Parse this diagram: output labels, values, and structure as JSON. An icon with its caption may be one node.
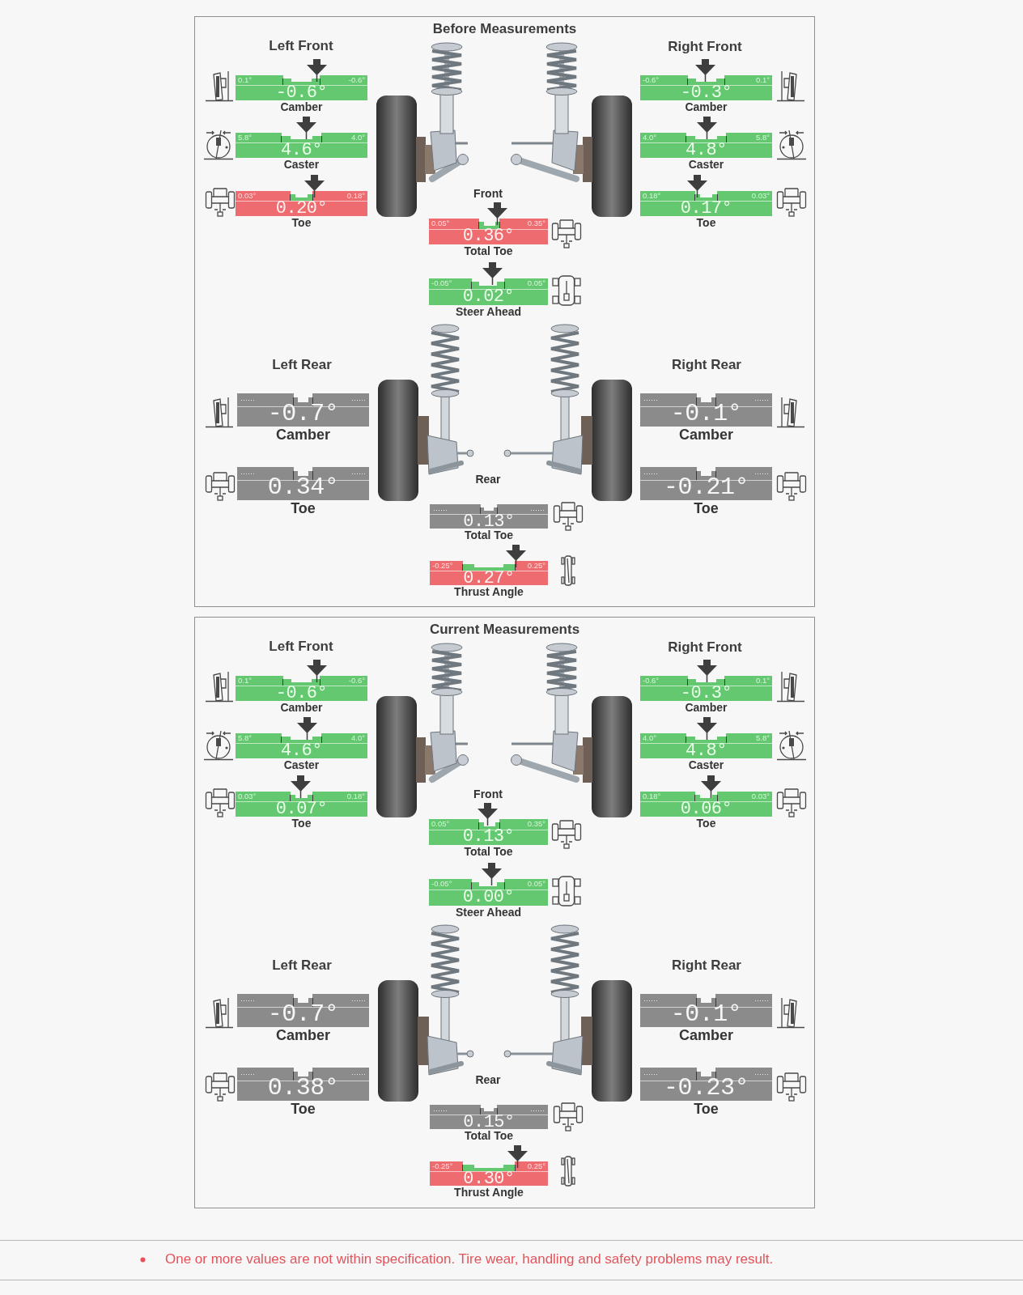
{
  "diagram": {
    "nodes": [
      {
        "text": [
          "Before Measurements"
        ]
      },
      {
        "text": [
          "0.1°",
          "-0.6°",
          "-0.6°"
        ],
        "beside": [
          "Camber"
        ],
        "in": 0
      },
      {
        "text": [
          "-0.6°",
          "0.1°",
          "-0.3°"
        ],
        "beside": [
          "Camber"
        ],
        "in": 0
      },
      {
        "text": [
          "5.8°",
          "4.0°",
          "4.6°"
        ],
        "beside": [
          "Caster"
        ],
        "in": 0
      },
      {
        "text": [
          "4.0°",
          "5.8°",
          "4.8°"
        ],
        "beside": [
          "Caster"
        ],
        "in": 0
      },
      {
        "text": [
          "0.03°",
          "0.18°",
          "0.20°"
        ],
        "beside": [
          "Toe"
        ],
        "in": 0
      },
      {
        "text": [
          "0.18°",
          "0.03°",
          "0.17°"
        ],
        "beside": [
          "Toe"
        ],
        "in": 0
      },
      {
        "text": [
          "0.05°",
          "0.35°",
          "0.36°"
        ],
        "beside": [
          "Total Toe"
        ],
        "in": 0
      },
      {
        "text": [
          "-0.05°",
          "0.05°",
          "0.02°"
        ],
        "beside": [
          "Steer Ahead"
        ],
        "in": 0
      },
      {
        "text": [
          "-0.7°"
        ],
        "beside": [
          "Camber"
        ],
        "in": 0
      },
      {
        "text": [
          "-0.1°"
        ],
        "beside": [
          "Camber"
        ],
        "in": 0
      },
      {
        "text": [
          "0.34°"
        ],
        "beside": [
          "Toe"
        ],
        "in": 0
      },
      {
        "text": [
          "-0.21°"
        ],
        "beside": [
          "Toe"
        ],
        "in": 0
      },
      {
        "text": [
          "0.13°"
        ],
        "beside": [
          "Total Toe"
        ],
        "in": 0
      },
      {
        "text": [
          "-0.25°",
          "0.25°",
          "0.27°"
        ],
        "beside": [
          "Thrust Angle"
        ],
        "in": 0
      },
      {
        "text": [
          "Current Measurements"
        ]
      },
      {
        "text": [
          "0.1°",
          "-0.6°",
          "-0.6°"
        ],
        "beside": [
          "Camber"
        ],
        "in": 15
      },
      {
        "text": [
          "-0.6°",
          "0.1°",
          "-0.3°"
        ],
        "beside": [
          "Camber"
        ],
        "in": 15
      },
      {
        "text": [
          "5.8°",
          "4.0°",
          "4.6°"
        ],
        "beside": [
          "Caster"
        ],
        "in": 15
      },
      {
        "text": [
          "4.0°",
          "5.8°",
          "4.8°"
        ],
        "beside": [
          "Caster"
        ],
        "in": 15
      },
      {
        "text": [
          "0.03°",
          "0.18°",
          "0.07°"
        ],
        "beside": [
          "Toe"
        ],
        "in": 15
      },
      {
        "text": [
          "0.18°",
          "0.03°",
          "0.06°"
        ],
        "beside": [
          "Toe"
        ],
        "in": 15
      },
      {
        "text": [
          "0.05°",
          "0.35°",
          "0.13°"
        ],
        "beside": [
          "Total Toe"
        ],
        "in": 15
      },
      {
        "text": [
          "-0.05°",
          "0.05°",
          "0.00°"
        ],
        "beside": [
          "Steer Ahead"
        ],
        "in": 15
      },
      {
        "text": [
          "-0.7°"
        ],
        "beside": [
          "Camber"
        ],
        "in": 15
      },
      {
        "text": [
          "-0.1°"
        ],
        "beside": [
          "Camber"
        ],
        "in": 15
      },
      {
        "text": [
          "0.38°"
        ],
        "beside": [
          "Toe"
        ],
        "in": 15
      },
      {
        "text": [
          "-0.23°"
        ],
        "beside": [
          "Toe"
        ],
        "in": 15
      },
      {
        "text": [
          "0.15°"
        ],
        "beside": [
          "Total Toe"
        ],
        "in": 15
      },
      {
        "text": [
          "-0.25°",
          "0.25°",
          "0.30°"
        ],
        "beside": [
          "Thrust Angle"
        ],
        "in": 15
      }
    ],
    "labels": [
      "Left Front",
      "Right Front",
      "Front",
      "Left Rear",
      "Right Rear",
      "Rear",
      "Left Front",
      "Right Front",
      "Front",
      "Left Rear",
      "Right Rear",
      "Rear",
      "One or more values are not within specification. Tire wear, handling and safety problems may result."
    ]
  }
}
